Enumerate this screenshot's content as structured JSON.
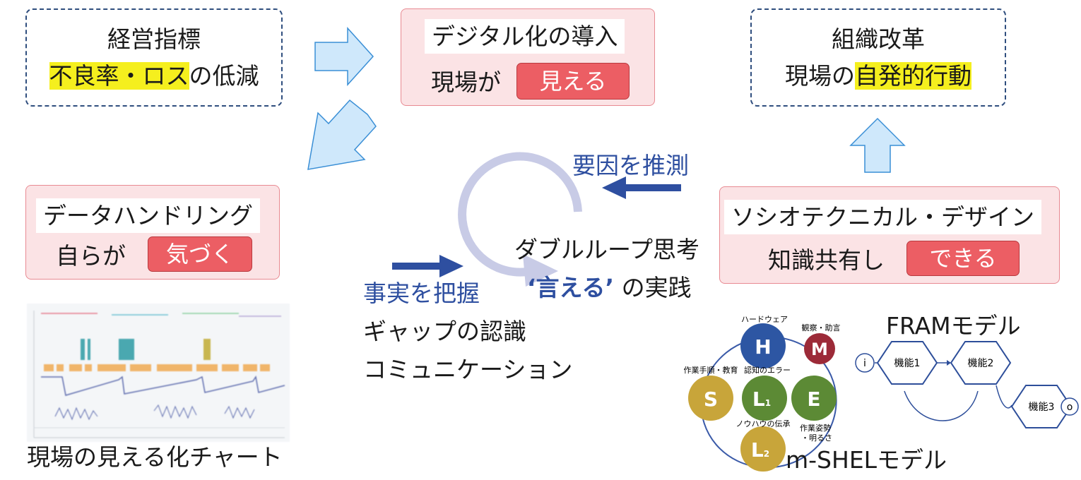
{
  "management": {
    "title": "経営指標",
    "line2_highlight": "不良率・ロス",
    "line2_rest": "の低減"
  },
  "digital": {
    "title": "デジタル化の導入",
    "subject": "現場が",
    "action": "見える"
  },
  "org": {
    "title": "組織改革",
    "line2_plain": "現場の",
    "line2_highlight": "自発的行動"
  },
  "data_handling": {
    "title": "データハンドリング",
    "subject": "自らが",
    "action": "気づく"
  },
  "sociotech": {
    "title": "ソシオテクニカル・デザイン",
    "subject": "知識共有し",
    "action": "できる"
  },
  "loop": {
    "infer": "要因を推測",
    "title": "ダブルループ思考",
    "say_quote": "‘言える’",
    "practice": "の実践",
    "fact": "事実を把握",
    "gap": "ギャップの認識",
    "communication": "コミュニケーション"
  },
  "chart": {
    "caption": "現場の見える化チャート"
  },
  "mshel": {
    "caption": "m-SHELモデル",
    "H": "H",
    "M": "M",
    "S": "S",
    "L1": "L",
    "L1_sub": "1",
    "E": "E",
    "L2": "L",
    "L2_sub": "2",
    "hardware": "ハードウェア",
    "observation": "観察・助言",
    "procedure": "作業手順・教育",
    "cognition": "認知のエラー",
    "knowhow": "ノウハウの伝承",
    "posture": "作業姿勢",
    "brightness": "・明るさ"
  },
  "fram": {
    "caption": "FRAMモデル",
    "f1": "機能1",
    "f2": "機能2",
    "f3": "機能3",
    "in": "i",
    "out": "o"
  },
  "colors": {
    "dash_border": "#2f4e7e",
    "pink_bg": "#fbe3e5",
    "red_button": "#ec5e64",
    "highlight": "#f5ef1e",
    "blue_text": "#2e4fa0",
    "arrow_fill": "#cfe8fb",
    "H_color": "#2d56a3",
    "M_color": "#9c2a38",
    "S_color": "#c8a53a",
    "L_color": "#5c8a35",
    "E_color": "#5c8a35"
  }
}
